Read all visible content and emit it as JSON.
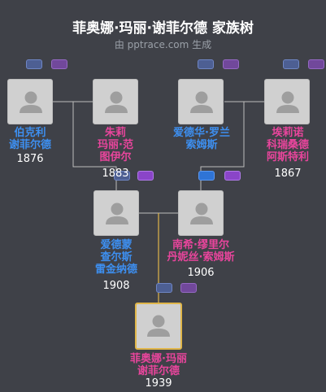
{
  "header": {
    "title": "菲奥娜·玛丽·谢菲尔德 家族树",
    "subtitle": "由 pptrace.com 生成"
  },
  "people": [
    {
      "id": "p1",
      "name": "伯克利\n谢菲尔德",
      "year": "1876",
      "gender": "male"
    },
    {
      "id": "p2",
      "name": "朱莉\n玛丽·范\n图伊尔",
      "year": "1883",
      "gender": "female"
    },
    {
      "id": "p3",
      "name": "爱德华·罗兰\n索姆斯",
      "year": "",
      "gender": "male"
    },
    {
      "id": "p4",
      "name": "埃莉诺\n科瑞桑德\n阿斯特利",
      "year": "1867",
      "gender": "female"
    },
    {
      "id": "p5",
      "name": "爱德蒙\n查尔斯\n雷金纳德",
      "year": "1908",
      "gender": "male"
    },
    {
      "id": "p6",
      "name": "南希·缪里尔\n丹妮丝·索姆斯",
      "year": "1906",
      "gender": "female"
    },
    {
      "id": "p7",
      "name": "菲奥娜·玛丽\n谢菲尔德",
      "year": "1939",
      "gender": "female"
    }
  ],
  "colors": {
    "background": "#3f4148",
    "male": "#3d8ff0",
    "female": "#e8459c",
    "focus_border": "#e0b64a",
    "line_gray": "#bdbdbd",
    "line_gold": "#e0b64a"
  },
  "icons": {
    "avatar": "person-silhouette-icon",
    "relation": "relation-button"
  }
}
